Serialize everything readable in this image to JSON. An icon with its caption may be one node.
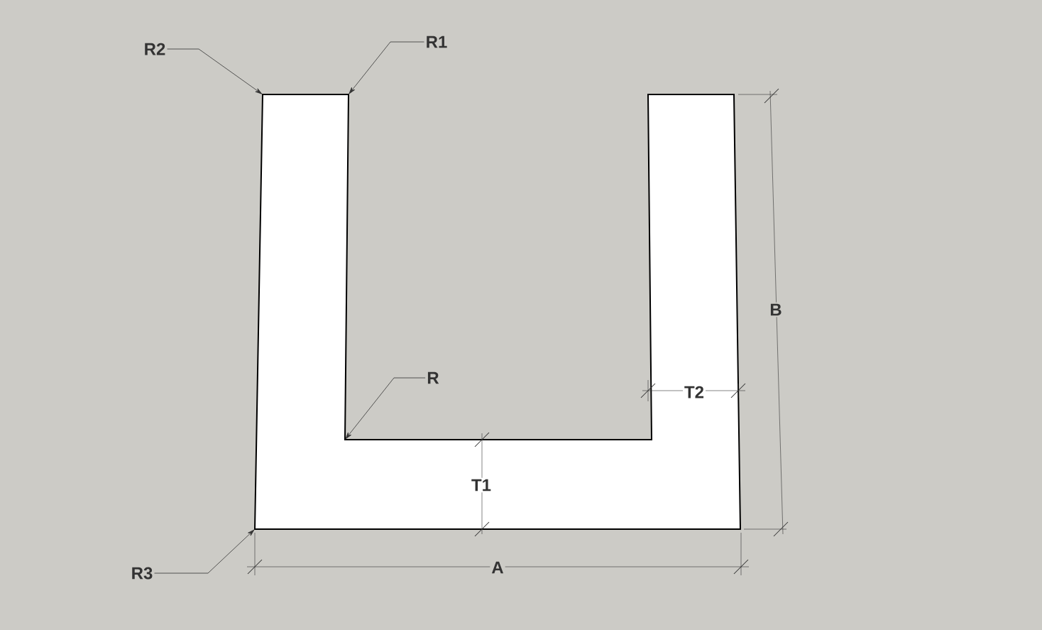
{
  "diagram": {
    "nodes": [
      {
        "text": [
          "R2"
        ]
      },
      {
        "text": [
          "R1"
        ]
      },
      {
        "text": [
          "R"
        ]
      },
      {
        "text": [
          "R3"
        ]
      }
    ],
    "edges": [
      {
        "from": 0,
        "to": null,
        "arrow": "to"
      },
      {
        "from": 1,
        "to": null,
        "arrow": "to"
      },
      {
        "from": 2,
        "to": null,
        "arrow": "to"
      },
      {
        "from": 3,
        "to": null,
        "arrow": "to"
      }
    ],
    "labels": [
      "B",
      "T2",
      "T1",
      "A"
    ]
  }
}
